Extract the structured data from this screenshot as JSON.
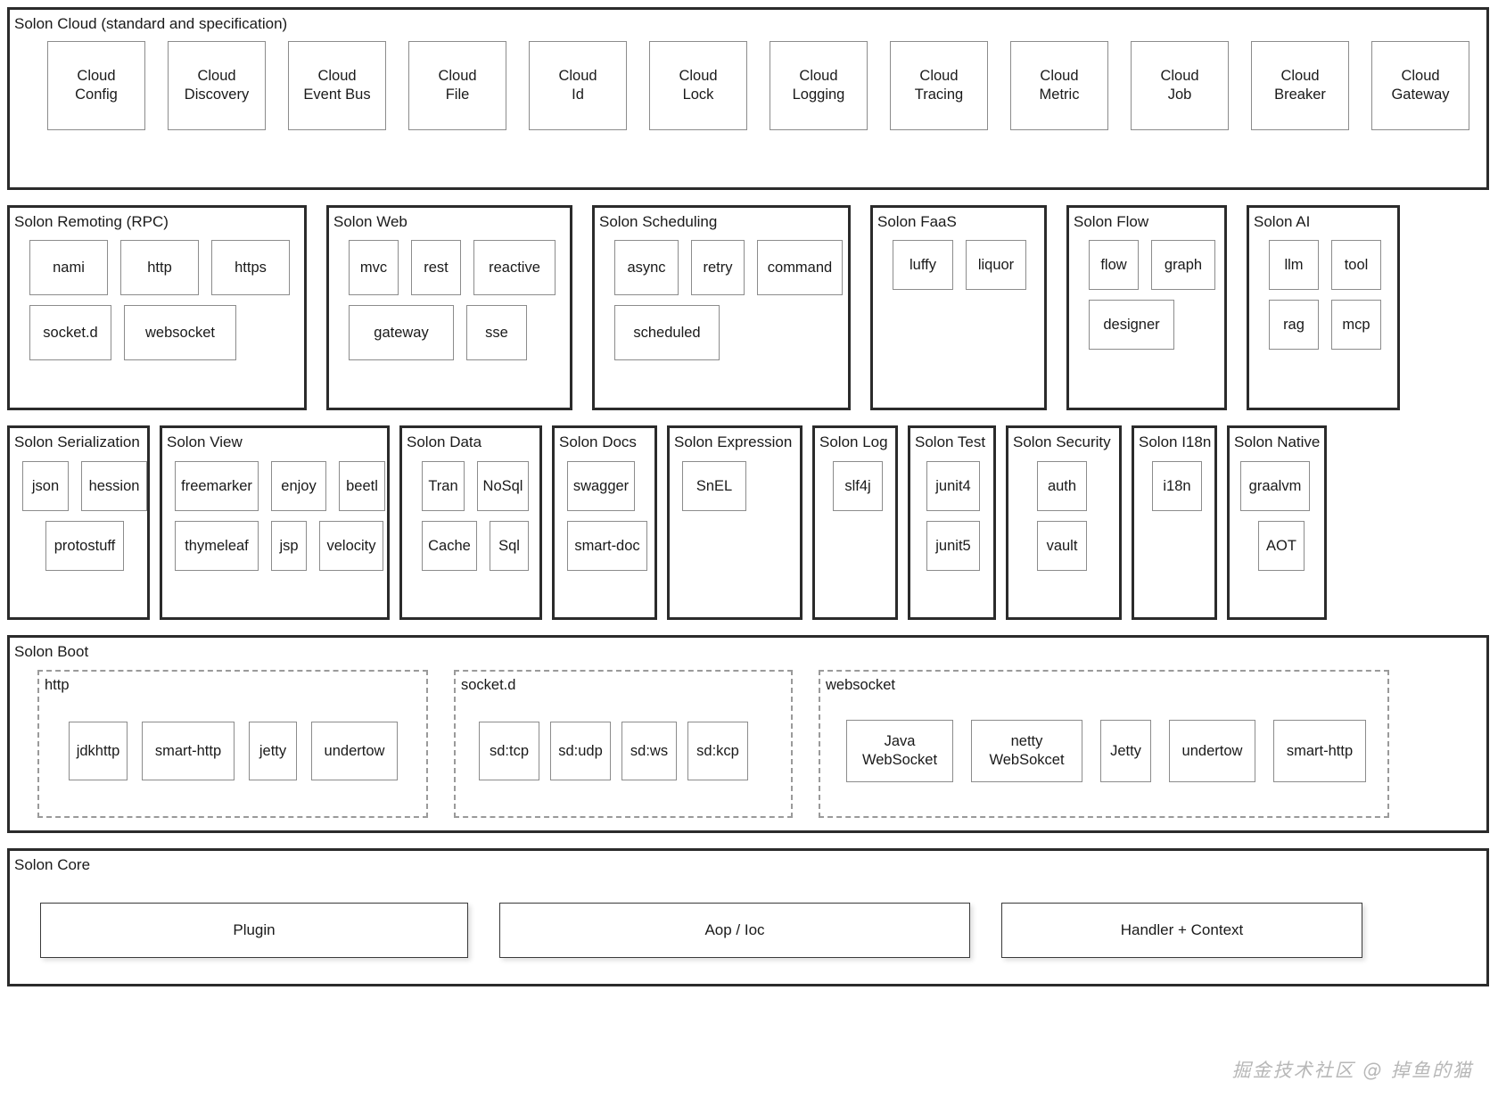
{
  "diagram": {
    "watermark": "掘金技术社区 @ 掉鱼的猫"
  },
  "cloud": {
    "title": "Solon Cloud (standard and specification)",
    "items": [
      "Cloud\nConfig",
      "Cloud\nDiscovery",
      "Cloud\nEvent Bus",
      "Cloud\nFile",
      "Cloud\nId",
      "Cloud\nLock",
      "Cloud\nLogging",
      "Cloud\nTracing",
      "Cloud\nMetric",
      "Cloud\nJob",
      "Cloud\nBreaker",
      "Cloud\nGateway"
    ]
  },
  "row2": {
    "remoting": {
      "title": "Solon Remoting (RPC)",
      "row1": [
        "nami",
        "http",
        "https"
      ],
      "row2": [
        "socket.d",
        "websocket"
      ]
    },
    "web": {
      "title": "Solon Web",
      "row1": [
        "mvc",
        "rest",
        "reactive"
      ],
      "row2": [
        "gateway",
        "sse"
      ]
    },
    "scheduling": {
      "title": "Solon Scheduling",
      "row1": [
        "async",
        "retry",
        "command"
      ],
      "row2": [
        "scheduled"
      ]
    },
    "faas": {
      "title": "Solon FaaS",
      "row1": [
        "luffy",
        "liquor"
      ]
    },
    "flow": {
      "title": "Solon Flow",
      "row1": [
        "flow",
        "graph"
      ],
      "row2": [
        "designer"
      ]
    },
    "ai": {
      "title": "Solon AI",
      "row1": [
        "llm",
        "tool"
      ],
      "row2": [
        "rag",
        "mcp"
      ]
    }
  },
  "row3": {
    "serialization": {
      "title": "Solon Serialization",
      "row1": [
        "json",
        "hession"
      ],
      "row2": [
        "protostuff"
      ]
    },
    "view": {
      "title": "Solon View",
      "row1": [
        "freemarker",
        "enjoy",
        "beetl"
      ],
      "row2": [
        "thymeleaf",
        "jsp",
        "velocity"
      ]
    },
    "data": {
      "title": "Solon Data",
      "row1": [
        "Tran",
        "NoSql"
      ],
      "row2": [
        "Cache",
        "Sql"
      ]
    },
    "docs": {
      "title": "Solon Docs",
      "row1": [
        "swagger"
      ],
      "row2": [
        "smart-doc"
      ]
    },
    "expression": {
      "title": "Solon Expression",
      "row1": [
        "SnEL"
      ]
    },
    "log": {
      "title": "Solon Log",
      "row1": [
        "slf4j"
      ]
    },
    "test": {
      "title": "Solon Test",
      "row1": [
        "junit4"
      ],
      "row2": [
        "junit5"
      ]
    },
    "security": {
      "title": "Solon Security",
      "row1": [
        "auth"
      ],
      "row2": [
        "vault"
      ]
    },
    "i18n": {
      "title": "Solon I18n",
      "row1": [
        "i18n"
      ]
    },
    "native": {
      "title": "Solon Native",
      "row1": [
        "graalvm"
      ],
      "row2": [
        "AOT"
      ]
    }
  },
  "boot": {
    "title": "Solon Boot",
    "http": {
      "title": "http",
      "items": [
        "jdkhttp",
        "smart-http",
        "jetty",
        "undertow"
      ]
    },
    "socketd": {
      "title": "socket.d",
      "items": [
        "sd:tcp",
        "sd:udp",
        "sd:ws",
        "sd:kcp"
      ]
    },
    "websocket": {
      "title": "websocket",
      "items": [
        "Java\nWebSocket",
        "netty\nWebSokcet",
        "Jetty",
        "undertow",
        "smart-http"
      ]
    }
  },
  "core": {
    "title": "Solon Core",
    "items": [
      "Plugin",
      "Aop / Ioc",
      "Handler + Context"
    ]
  }
}
